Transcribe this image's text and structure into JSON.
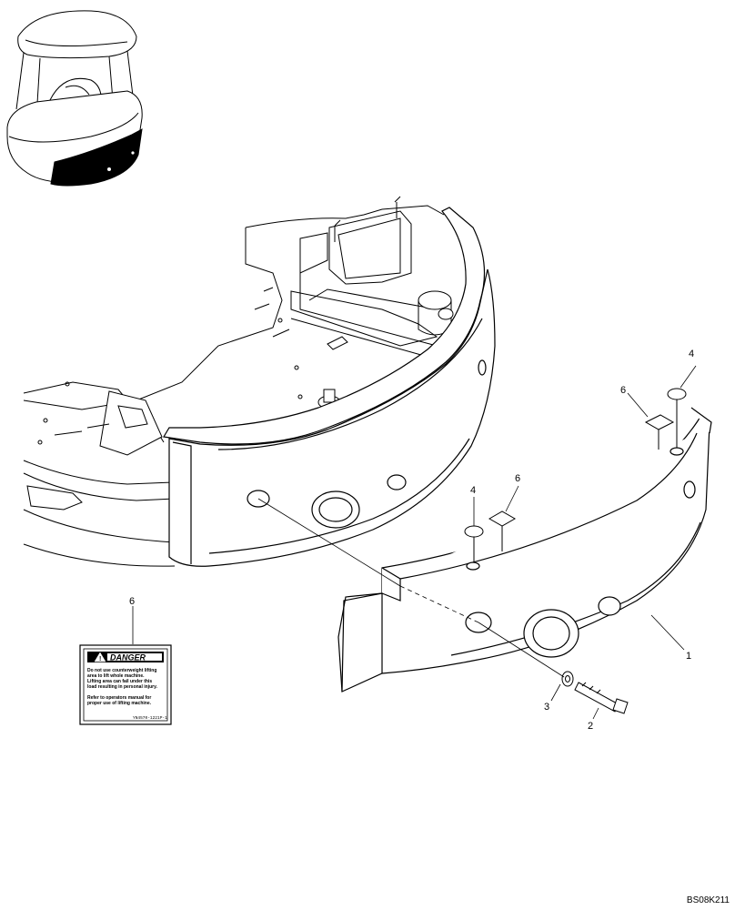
{
  "callouts": {
    "c1": "1",
    "c2": "2",
    "c3": "3",
    "c4a": "4",
    "c4b": "4",
    "c6a": "6",
    "c6b": "6",
    "c6c": "6"
  },
  "decal": {
    "header": "DANGER",
    "line1": "Do not use counterweight lifting",
    "line2": "area to lift whole machine.",
    "line3": "Lifting area can fail under this",
    "line4": "load resulting in personal injury.",
    "line5": "Refer to operators manual for",
    "line6": "proper use of lifting machine.",
    "part_code": "YN4570-1221P-1"
  },
  "drawing_ref": "BS08K211"
}
